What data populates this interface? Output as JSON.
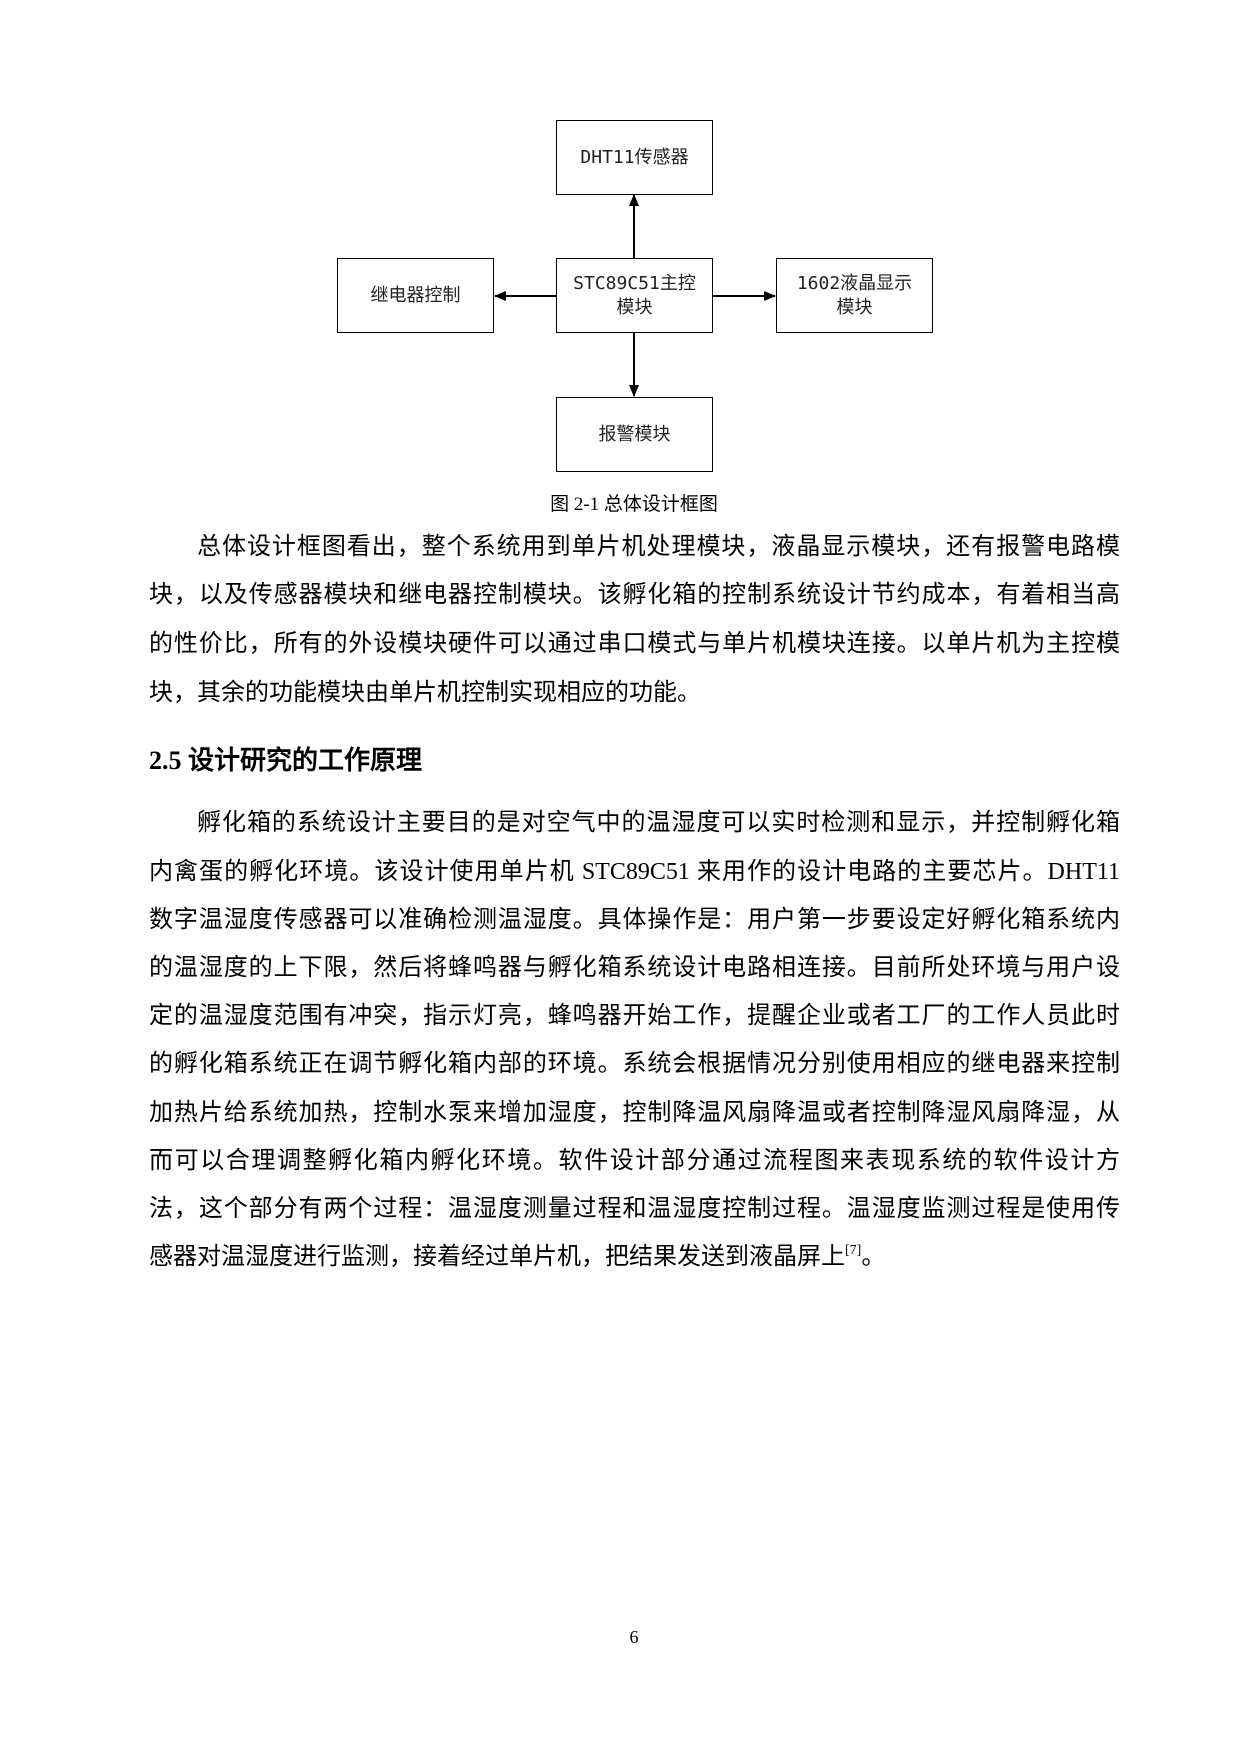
{
  "diagram": {
    "boxes": {
      "sensor": "DHT11传感器",
      "mcu_line1": "STC89C51主控",
      "mcu_line2": "模块",
      "relay": "继电器控制",
      "lcd_line1": "1602液晶显示",
      "lcd_line2": "模块",
      "alarm": "报警模块"
    },
    "caption": "图 2-1 总体设计框图"
  },
  "paragraph1": [
    "总体设计框图看出，整个系统用到单片机处理模块，液晶显示模块，还有报警电路模",
    "块，以及传感器模块和继电器控制模块。该孵化箱的控制系统设计节约成本，有着相当高",
    "的性价比，所有的外设模块硬件可以通过串口模式与单片机模块连接。以单片机为主控模",
    "块，其余的功能模块由单片机控制实现相应的功能。"
  ],
  "section_heading": "2.5  设计研究的工作原理",
  "paragraph2": [
    "孵化箱的系统设计主要目的是对空气中的温湿度可以实时检测和显示，并控制孵化箱",
    "内禽蛋的孵化环境。该设计使用单片机 STC89C51 来用作的设计电路的主要芯片。DHT11",
    "数字温湿度传感器可以准确检测温湿度。具体操作是：用户第一步要设定好孵化箱系统内",
    "的温湿度的上下限，然后将蜂鸣器与孵化箱系统设计电路相连接。目前所处环境与用户设",
    "定的温湿度范围有冲突，指示灯亮，蜂鸣器开始工作，提醒企业或者工厂的工作人员此时",
    "的孵化箱系统正在调节孵化箱内部的环境。系统会根据情况分别使用相应的继电器来控制",
    "加热片给系统加热，控制水泵来增加湿度，控制降温风扇降温或者控制降湿风扇降湿，从",
    "而可以合理调整孵化箱内孵化环境。软件设计部分通过流程图来表现系统的软件设计方",
    "法，这个部分有两个过程：温湿度测量过程和温湿度控制过程。温湿度监测过程是使用传",
    "感器对温湿度进行监测，接着经过单片机，把结果发送到液晶屏上"
  ],
  "citation": "[7]",
  "final_punct": "。",
  "page_number": "6"
}
